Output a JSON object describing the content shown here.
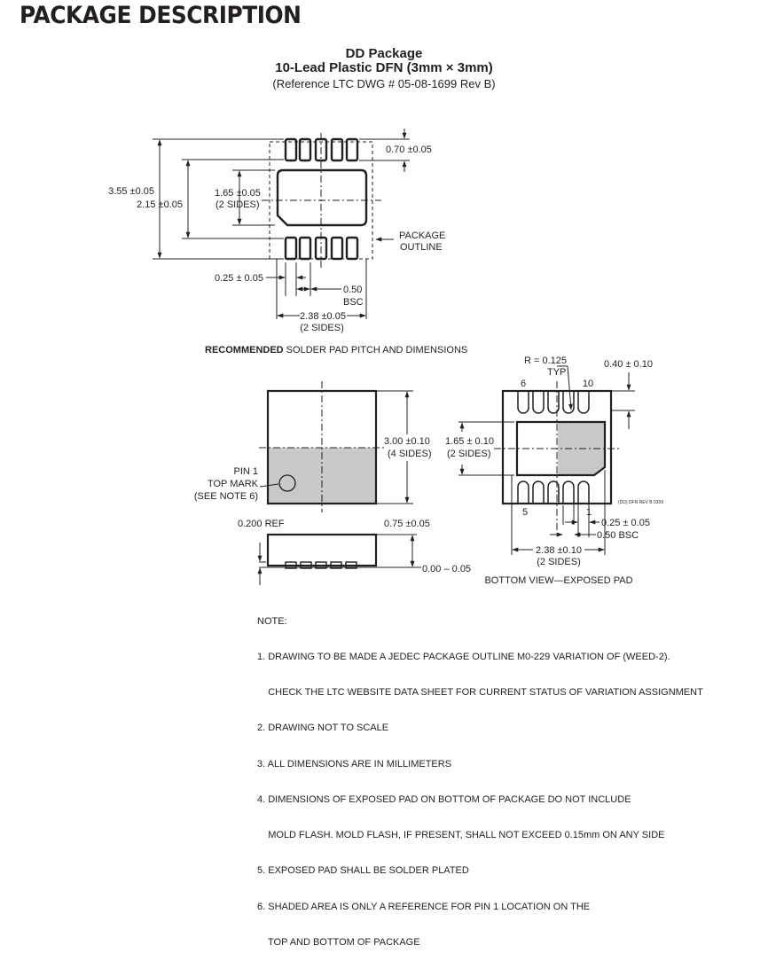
{
  "header": {
    "title": "PACKAGE DESCRIPTION"
  },
  "title": {
    "line1": "DD Package",
    "line2": "10-Lead Plastic DFN (3mm × 3mm)",
    "line3": "(Reference LTC DWG # 05-08-1699 Rev B)"
  },
  "recommended": {
    "dim_355": "3.55 ±0.05",
    "dim_215": "2.15 ±0.05",
    "dim_165": "1.65 ±0.05",
    "dim_165_sides": "(2 SIDES)",
    "dim_070": "0.70 ±0.05",
    "outline1": "PACKAGE",
    "outline2": "OUTLINE",
    "dim_025": "0.25 ± 0.05",
    "dim_050": "0.50",
    "bsc": "BSC",
    "dim_238": "2.38 ±0.05",
    "dim_238_sides": "(2 SIDES)",
    "caption_bold": "RECOMMENDED",
    "caption_rest": " SOLDER PAD PITCH AND DIMENSIONS"
  },
  "top_view": {
    "pin1_a": "PIN 1",
    "pin1_b": "TOP MARK",
    "pin1_c": "(SEE NOTE 6)",
    "dim_300": "3.00 ±0.10",
    "dim_300_sides": "(4 SIDES)",
    "dim_0200": "0.200 REF",
    "dim_075": "0.75 ±0.05",
    "dim_000": "0.00 – 0.05"
  },
  "bottom_view": {
    "radius_a": "R = 0.125",
    "radius_b": "TYP",
    "dim_040": "0.40 ± 0.10",
    "pin6": "6",
    "pin10": "10",
    "pin5": "5",
    "pin1": "1",
    "dim_165": "1.65 ± 0.10",
    "dim_165_sides": "(2 SIDES)",
    "dim_025": "0.25 ± 0.05",
    "dim_050": "0.50 BSC",
    "dim_238": "2.38 ±0.10",
    "dim_238_sides": "(2 SIDES)",
    "caption": "BOTTOM VIEW—EXPOSED PAD",
    "code": "(DD) DFN REV B 0309"
  },
  "notes": {
    "heading": "NOTE:",
    "lines": [
      "1. DRAWING TO BE MADE A JEDEC PACKAGE OUTLINE M0-229 VARIATION OF (WEED-2).",
      "    CHECK THE LTC WEBSITE DATA SHEET FOR CURRENT STATUS OF VARIATION ASSIGNMENT",
      "2. DRAWING NOT TO SCALE",
      "3. ALL DIMENSIONS ARE IN MILLIMETERS",
      "4. DIMENSIONS OF EXPOSED PAD ON BOTTOM OF PACKAGE DO NOT INCLUDE",
      "    MOLD FLASH. MOLD FLASH, IF PRESENT, SHALL NOT EXCEED 0.15mm ON ANY SIDE",
      "5. EXPOSED PAD SHALL BE SOLDER PLATED",
      "6. SHADED AREA IS ONLY A REFERENCE FOR PIN 1 LOCATION ON THE",
      "    TOP AND BOTTOM OF PACKAGE"
    ]
  },
  "colors": {
    "ink": "#231f20",
    "shade": "#c8c8c8"
  }
}
